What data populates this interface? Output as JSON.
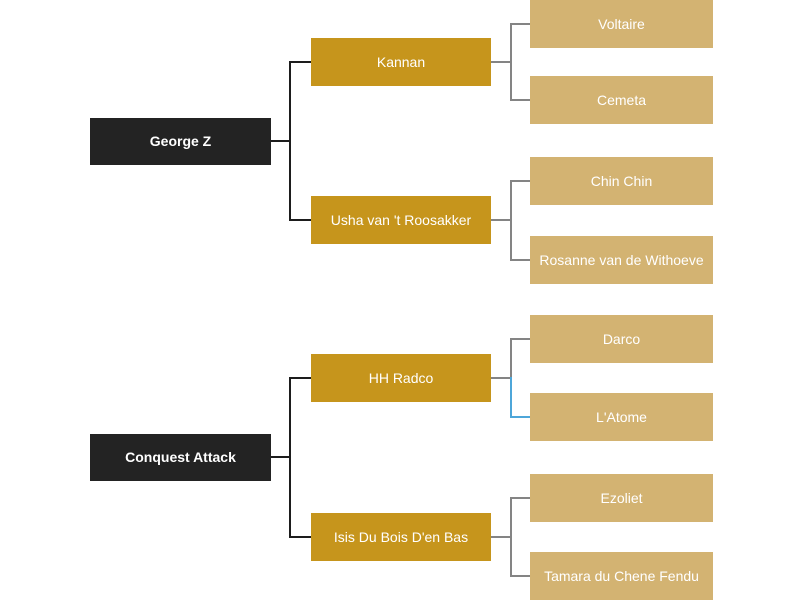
{
  "colors": {
    "background": "#ffffff",
    "root_box": "#232323",
    "mid_box": "#c6951c",
    "leaf_box": "#d3b372",
    "box_text": "#ffffff",
    "root_connector": "#1d1d1d",
    "branch_connector": "#848484",
    "highlight_connector": "#4da6d9"
  },
  "tree": {
    "families": [
      {
        "root": {
          "label": "George Z"
        },
        "parents": [
          {
            "label": "Kannan",
            "children": [
              {
                "label": "Voltaire"
              },
              {
                "label": "Cemeta"
              }
            ]
          },
          {
            "label": "Usha van 't Roosakker",
            "children": [
              {
                "label": "Chin Chin"
              },
              {
                "label": "Rosanne van de Withoeve"
              }
            ]
          }
        ]
      },
      {
        "root": {
          "label": "Conquest Attack"
        },
        "parents": [
          {
            "label": "HH Radco",
            "children": [
              {
                "label": "Darco"
              },
              {
                "label": "L'Atome",
                "highlighted_connector": true
              }
            ]
          },
          {
            "label": "Isis Du Bois D'en Bas",
            "children": [
              {
                "label": "Ezoliet"
              },
              {
                "label": "Tamara du Chene Fendu"
              }
            ]
          }
        ]
      }
    ]
  }
}
